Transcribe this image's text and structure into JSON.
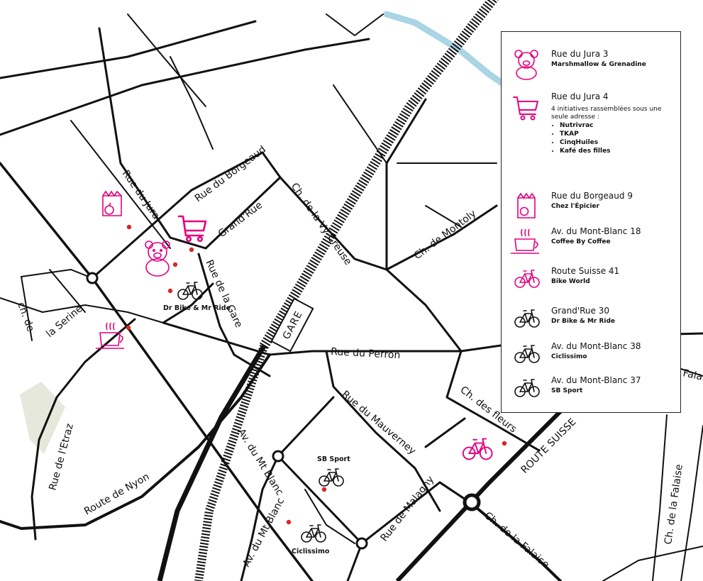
{
  "colors": {
    "accent": "#e6007e",
    "road": "#111111",
    "river": "#a9d5e5",
    "park": "#e6e8dc",
    "poi_dot": "#d7262b"
  },
  "streets": {
    "rue_du_jura": "Rue du Jura",
    "rue_du_borgeaud": "Rue du Borgeaud",
    "grand_rue": "Grand'Rue",
    "rue_de_la_gare": "Rue de la Gare",
    "ch_de_la_vy_creuse": "Ch. de la Vy-Creuse",
    "ch_de_montoly": "Ch. de Montoly",
    "ch_de": "ch. de",
    "la_serine": "la Serine",
    "rue_du_perron": "Rue du Perron",
    "rue_du_mauverney": "Rue du Mauverney",
    "ch_des_fleurs": "Ch. des fleurs",
    "route_suisse": "ROUTE SUISSE",
    "falaise_edge": "Falaise",
    "ch_de_la_falaise_v": "Ch. de la Falaise",
    "ch_de_la_falaise": "Ch. de la Falaise",
    "rue_de_l_etraz": "Rue de l'Etraz",
    "route_de_nyon": "Route de Nyon",
    "av_du_mt_blanc_1": "Av. du Mt Blanc",
    "av_du_mt_blanc_2": "Av. du Mt Blanc",
    "rue_de_malagny": "Rue de Malagny",
    "gare": "GARE"
  },
  "map_labels": {
    "dr_bike": "Dr Bike & Mr Ride",
    "sb_sport": "SB Sport",
    "ciclissimo": "Ciclissimo"
  },
  "legend": {
    "items": [
      {
        "icon": "teddy-bear-icon",
        "address": "Rue du Jura 3",
        "name": "Marshmallow & Grenadine"
      },
      {
        "icon": "shopping-cart-icon",
        "address": "Rue du Jura 4",
        "description": "4 initiatives rassemblées sous une seule adresse :",
        "bullets": [
          "Nutrivrac",
          "TKAP",
          "CinqHuiles",
          "Kafé des filles"
        ]
      },
      {
        "icon": "grocery-bag-icon",
        "address": "Rue du Borgeaud 9",
        "name": "Chez l'Épicier"
      },
      {
        "icon": "coffee-cup-icon",
        "address": "Av. du Mont-Blanc 18",
        "name": "Coffee By Coffee"
      },
      {
        "icon": "bicycle-icon",
        "address": "Route Suisse 41",
        "name": "Bike World"
      },
      {
        "icon": "bicycle-icon",
        "address": "Grand'Rue 30",
        "name": "Dr Bike & Mr Ride"
      },
      {
        "icon": "bicycle-icon",
        "address": "Av. du Mont-Blanc 38",
        "name": "Ciclissimo"
      },
      {
        "icon": "bicycle-icon",
        "address": "Av. du Mont-Blanc 37",
        "name": "SB Sport"
      }
    ]
  }
}
